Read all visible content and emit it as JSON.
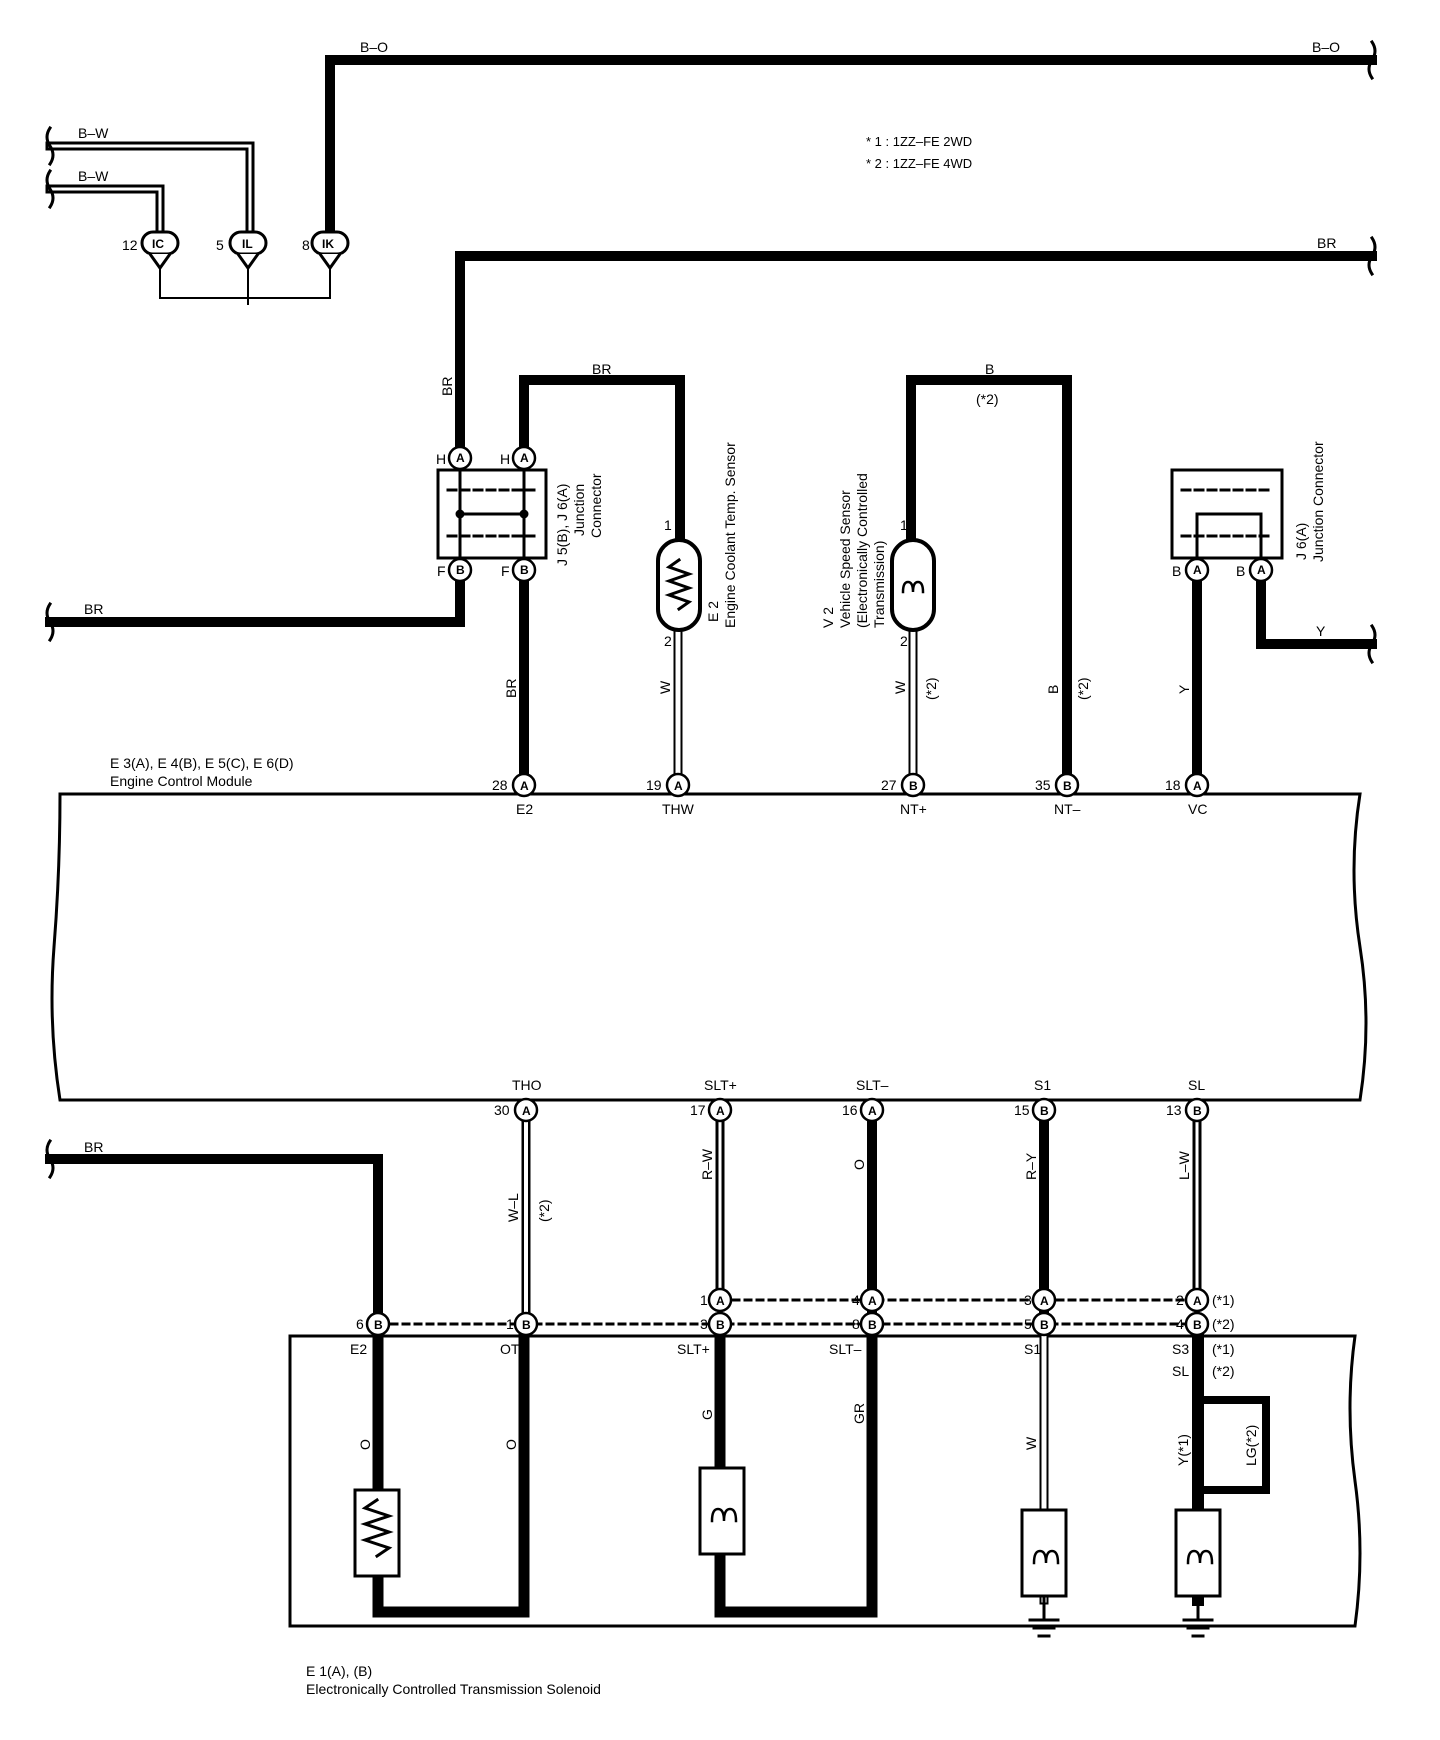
{
  "notes": [
    "* 1 : 1ZZ–FE 2WD",
    "* 2 : 1ZZ–FE 4WD"
  ],
  "wires": {
    "bo_left": "B–O",
    "bo_right": "B–O",
    "bw_top": "B–W",
    "bw_bottom": "B–W",
    "br_top_right": "BR",
    "br_vertical": "BR",
    "br_left_mid": "BR",
    "br_j5_top": "BR",
    "br_j5_bottom": "BR",
    "b_top": "B",
    "b_top_note": "(*2)",
    "w_thw": "W",
    "w_nt": "W",
    "w_nt_note": "(*2)",
    "b_nt": "B",
    "b_nt_note": "(*2)",
    "y_vc": "Y",
    "y_right": "Y",
    "br_lower_left": "BR",
    "wl": "W–L",
    "wl_note": "(*2)",
    "rw": "R–W",
    "o_slt": "O",
    "ry": "R–Y",
    "lw": "L–W",
    "o_e2": "O",
    "o_ot": "O",
    "g": "G",
    "gr": "GR",
    "w_s1": "W",
    "y_s3": "Y(*1)",
    "lg_sl": "LG(*2)"
  },
  "top_connectors": [
    {
      "num": "12",
      "code": "IC"
    },
    {
      "num": "5",
      "code": "IL"
    },
    {
      "num": "8",
      "code": "IK"
    }
  ],
  "j5": {
    "label": "J 5(B), J 6(A)",
    "label2": "Junction",
    "label3": "Connector",
    "p1": "H",
    "p2": "H",
    "p3": "F",
    "p4": "F",
    "c1": "A",
    "c2": "A",
    "c3": "B",
    "c4": "B"
  },
  "j6": {
    "label": "J 6(A)",
    "label2": "Junction Connector",
    "p1": "B",
    "p2": "B",
    "c1": "A",
    "c2": "A"
  },
  "e2": {
    "name": "E 2",
    "desc": "Engine Coolant Temp. Sensor",
    "pin1": "1",
    "pin2": "2"
  },
  "v2": {
    "name": "V 2",
    "desc1": "Vehicle Speed Sensor",
    "desc2": "(Electronically Controlled",
    "desc3": "Transmission)",
    "pin1": "1",
    "pin2": "2"
  },
  "ecm": {
    "title1": "E 3(A), E 4(B), E 5(C), E 6(D)",
    "title2": "Engine Control Module",
    "top_pins": [
      {
        "num": "28",
        "conn": "A",
        "name": "E2"
      },
      {
        "num": "19",
        "conn": "A",
        "name": "THW"
      },
      {
        "num": "27",
        "conn": "B",
        "name": "NT+"
      },
      {
        "num": "35",
        "conn": "B",
        "name": "NT–"
      },
      {
        "num": "18",
        "conn": "A",
        "name": "VC"
      }
    ],
    "bottom_pins": [
      {
        "num": "30",
        "conn": "A",
        "name": "THO"
      },
      {
        "num": "17",
        "conn": "A",
        "name": "SLT+"
      },
      {
        "num": "16",
        "conn": "A",
        "name": "SLT–"
      },
      {
        "num": "15",
        "conn": "B",
        "name": "S1"
      },
      {
        "num": "13",
        "conn": "B",
        "name": "SL"
      }
    ]
  },
  "solenoid": {
    "title1": "E 1(A), (B)",
    "title2": "Electronically Controlled Transmission Solenoid",
    "rowA": [
      {
        "num": "1",
        "conn": "A"
      },
      {
        "num": "4",
        "conn": "A"
      },
      {
        "num": "3",
        "conn": "A"
      },
      {
        "num": "2",
        "conn": "A"
      }
    ],
    "rowA_note": "(*1)",
    "rowB": [
      {
        "num": "6",
        "conn": "B"
      },
      {
        "num": "1",
        "conn": "B"
      },
      {
        "num": "3",
        "conn": "B"
      },
      {
        "num": "8",
        "conn": "B"
      },
      {
        "num": "5",
        "conn": "B"
      },
      {
        "num": "4",
        "conn": "B"
      }
    ],
    "rowB_note": "(*2)",
    "terms": [
      "E2",
      "OT",
      "SLT+",
      "SLT–",
      "S1"
    ],
    "s3": "S3",
    "s3_note": "(*1)",
    "sl": "SL",
    "sl_note": "(*2)"
  }
}
